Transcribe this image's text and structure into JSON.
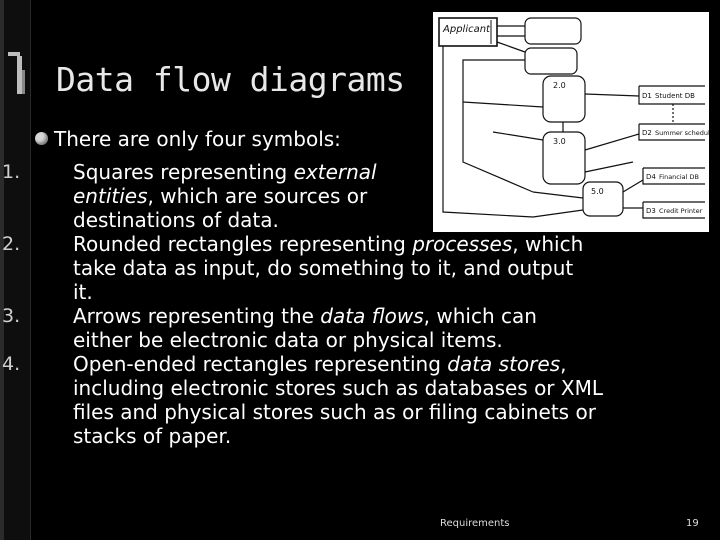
{
  "slide": {
    "title": "Data flow diagrams",
    "intro": "There are only four symbols:",
    "items": [
      {
        "num": "1.",
        "pre": "Squares representing ",
        "em": "external entities",
        "post": ", which are sources or destinations of data."
      },
      {
        "num": "2.",
        "pre": "Rounded rectangles representing ",
        "em": "processes",
        "post": ", which take data as input, do something to it, and output it."
      },
      {
        "num": "3.",
        "pre": "Arrows representing the ",
        "em": "data flows",
        "post": ", which can either be electronic data or physical items."
      },
      {
        "num": "4.",
        "pre": "Open-ended rectangles representing ",
        "em": "data stores",
        "post": ", including electronic stores such as databases or XML files and physical stores such as or filing cabinets or stacks of paper."
      }
    ],
    "footer_label": "Requirements",
    "page_number": "19"
  },
  "diagram": {
    "entity": "Applicant",
    "processes": [
      "2.0",
      "3.0",
      "5.0"
    ],
    "stores": [
      {
        "id": "D1",
        "name": "Student DB"
      },
      {
        "id": "D2",
        "name": "Summer schedule"
      },
      {
        "id": "D4",
        "name": "Financial DB"
      },
      {
        "id": "D3",
        "name": "Credit Printer"
      }
    ]
  }
}
